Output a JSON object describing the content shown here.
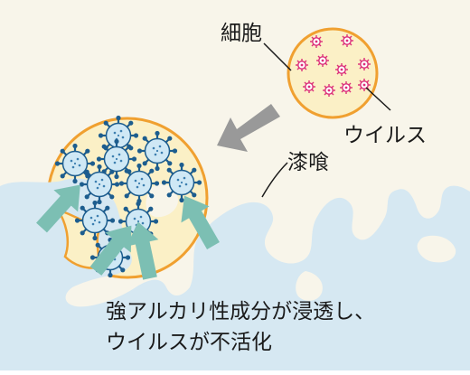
{
  "labels": {
    "cell": "細胞",
    "virus": "ウイルス",
    "plaster": "漆喰",
    "caption_line1": "強アルカリ性成分が浸透し、",
    "caption_line2": "ウイルスが不活化"
  },
  "colors": {
    "background": "#f8f5ea",
    "plaster_fill": "#d6e8f2",
    "cell_fill": "#fbf0c6",
    "cell_outline": "#f0a030",
    "virus_small": "#dc2f7a",
    "virus_core": "#cfe8f5",
    "virus_spike": "#1d5d8e",
    "arrow_teal": "#7cbfb3",
    "arrow_gray": "#999999"
  }
}
